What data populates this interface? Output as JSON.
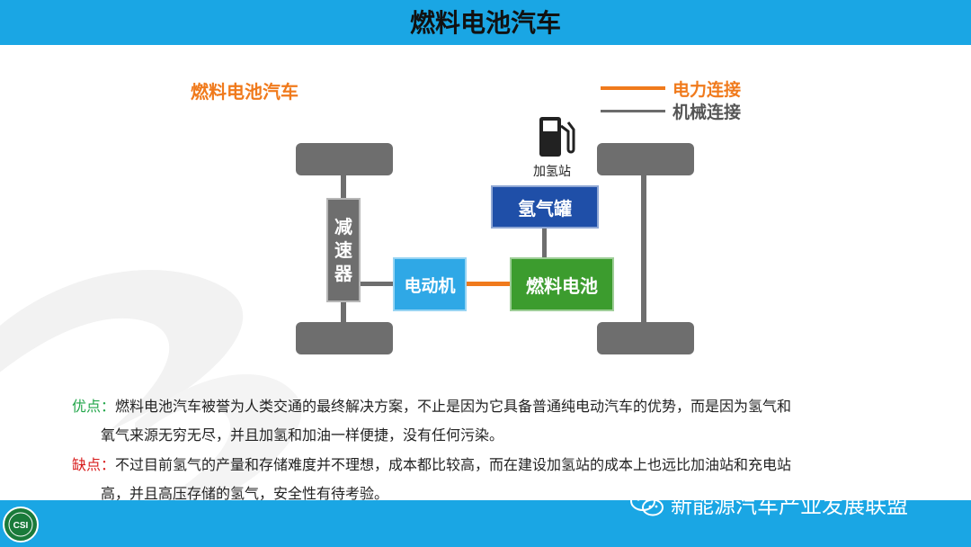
{
  "header": {
    "title": "燃料电池汽车"
  },
  "diagram": {
    "title": "燃料电池汽车",
    "legend": {
      "electric": "电力连接",
      "mechanical": "机械连接"
    },
    "reducer": [
      "减",
      "速",
      "器"
    ],
    "motor": "电动机",
    "fuel_cell": "燃料电池",
    "hydrogen_tank": "氢气罐",
    "station_label": "加氢站",
    "colors": {
      "electric": "#f07a1c",
      "mechanical": "#6e6e6e",
      "motor": "#2fa8e6",
      "fuel_cell": "#3c9c2e",
      "tank": "#1f4fa8"
    }
  },
  "text": {
    "pros_tag": "优点：",
    "pros_line1": "燃料电池汽车被誉为人类交通的最终解决方案，不止是因为它具备普通纯电动汽车的优势，而是因为氢气和",
    "pros_line2": "氧气来源无穷无尽，并且加氢和加油一样便捷，没有任何污染。",
    "cons_tag": "缺点：",
    "cons_line1": "不过目前氢气的产量和存储难度并不理想，成本都比较高，而在建设加氢站的成本上也远比加油站和充电站",
    "cons_line2": "高，并且高压存储的氢气，安全性有待考验。"
  },
  "footer": {
    "watermark": "新能源汽车产业发展联盟",
    "logo_text": "CSI"
  }
}
